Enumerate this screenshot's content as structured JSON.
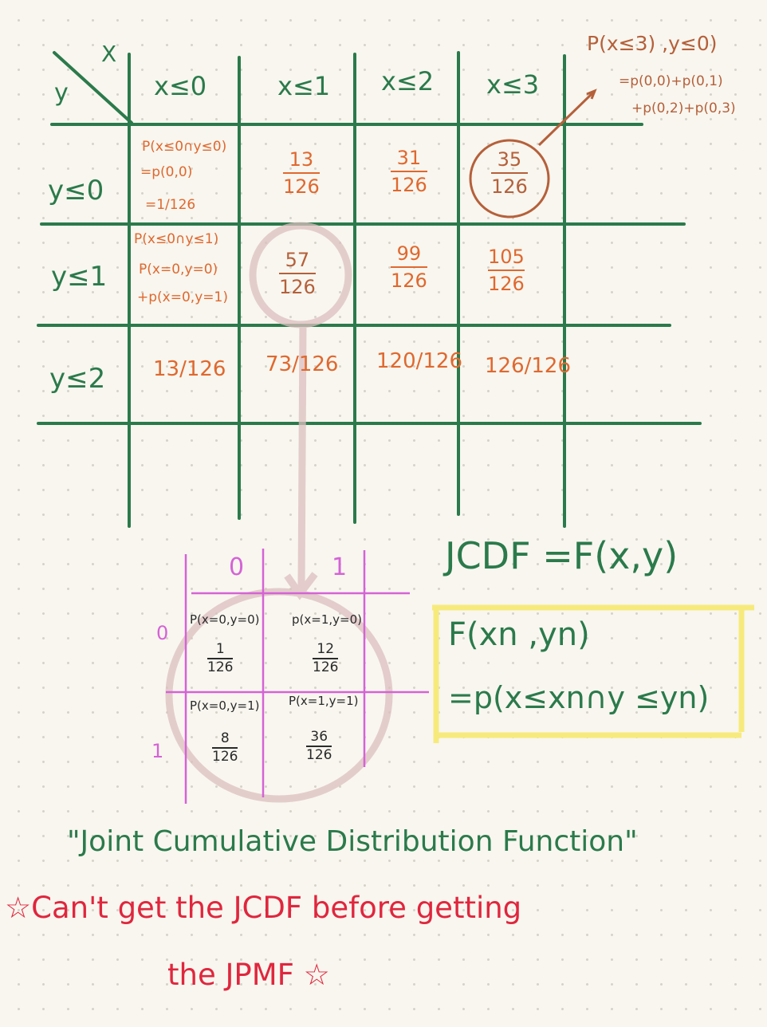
{
  "table": {
    "corner_x": "X",
    "corner_y": "y",
    "col_headers": [
      "x≤0",
      "x≤1",
      "x≤2",
      "x≤3"
    ],
    "row_headers": [
      "y≤0",
      "y≤1",
      "y≤2"
    ],
    "cell_00": [
      "P(x≤0∩y≤0)",
      "=p(0,0)",
      "=1/126"
    ],
    "cell_10": [
      "P(x≤0∩y≤1)",
      "P(x=0,y=0)",
      "+p(x=0,y=1)"
    ],
    "fractions": {
      "r0c1": {
        "num": "13",
        "den": "126"
      },
      "r0c2": {
        "num": "31",
        "den": "126"
      },
      "r0c3": {
        "num": "35",
        "den": "126"
      },
      "r1c1": {
        "num": "57",
        "den": "126"
      },
      "r1c2": {
        "num": "99",
        "den": "126"
      },
      "r1c3": {
        "num": "105",
        "den": "126"
      },
      "r2c0": "13/126",
      "r2c1": "73/126",
      "r2c2": "120/126",
      "r2c3": "126/126"
    }
  },
  "annotation": {
    "line1": "P(x≤3) ,y≤0)",
    "line2": "=p(0,0)+p(0,1)",
    "line3": "+p(0,2)+p(0,3)"
  },
  "small_table": {
    "col_headers": [
      "0",
      "1"
    ],
    "row_headers": [
      "0",
      "1"
    ],
    "cells": [
      {
        "label": "P(x=0,y=0)",
        "num": "1",
        "den": "126"
      },
      {
        "label": "p(x=1,y=0)",
        "num": "12",
        "den": "126"
      },
      {
        "label": "P(x=0,y=1)",
        "num": "8",
        "den": "126"
      },
      {
        "label": "P(x=1,y=1)",
        "num": "36",
        "den": "126"
      }
    ]
  },
  "jcdf": {
    "title": "JCDF =F(x,y)",
    "box_line1": "F(xn ,yn)",
    "box_line2": "=p(x≤xn∩y ≤yn)"
  },
  "caption": "\"Joint Cumulative Distribution Function\"",
  "note_line1": "☆Can't get the JCDF before getting",
  "note_line2": "the JPMF ☆",
  "colors": {
    "green": "#2b7a4b",
    "orange": "#e0682e",
    "brown": "#b5603a",
    "pink": "#d563d6",
    "red": "#e0263d",
    "highlight": "#f7ea7c"
  }
}
